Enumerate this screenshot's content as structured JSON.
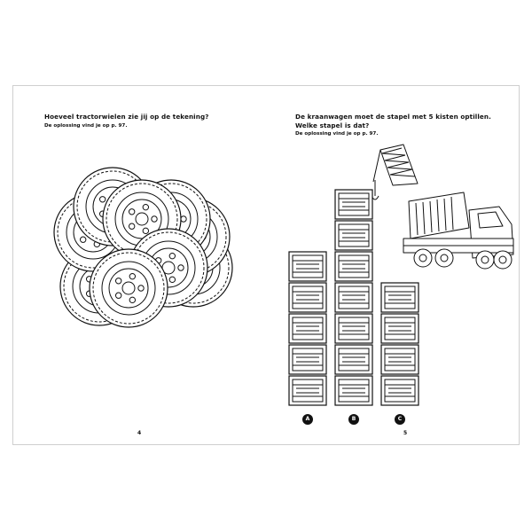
{
  "left_page": {
    "question": "Hoeveel tractorwielen zie jij op de tekening?",
    "solution": "De oplossing vind je op p. 97.",
    "page_number": "4",
    "illustration": "tractor-wheels-pile",
    "wheel_count": 9
  },
  "right_page": {
    "question_line1": "De kraanwagen moet de stapel met 5 kisten optillen.",
    "question_line2": "Welke stapel is dat?",
    "solution": "De oplossing vind je op p. 97.",
    "page_number": "5",
    "illustration": "crane-truck",
    "stacks": [
      {
        "label": "A",
        "crates": 5
      },
      {
        "label": "B",
        "crates": 7
      },
      {
        "label": "C",
        "crates": 4
      }
    ]
  }
}
